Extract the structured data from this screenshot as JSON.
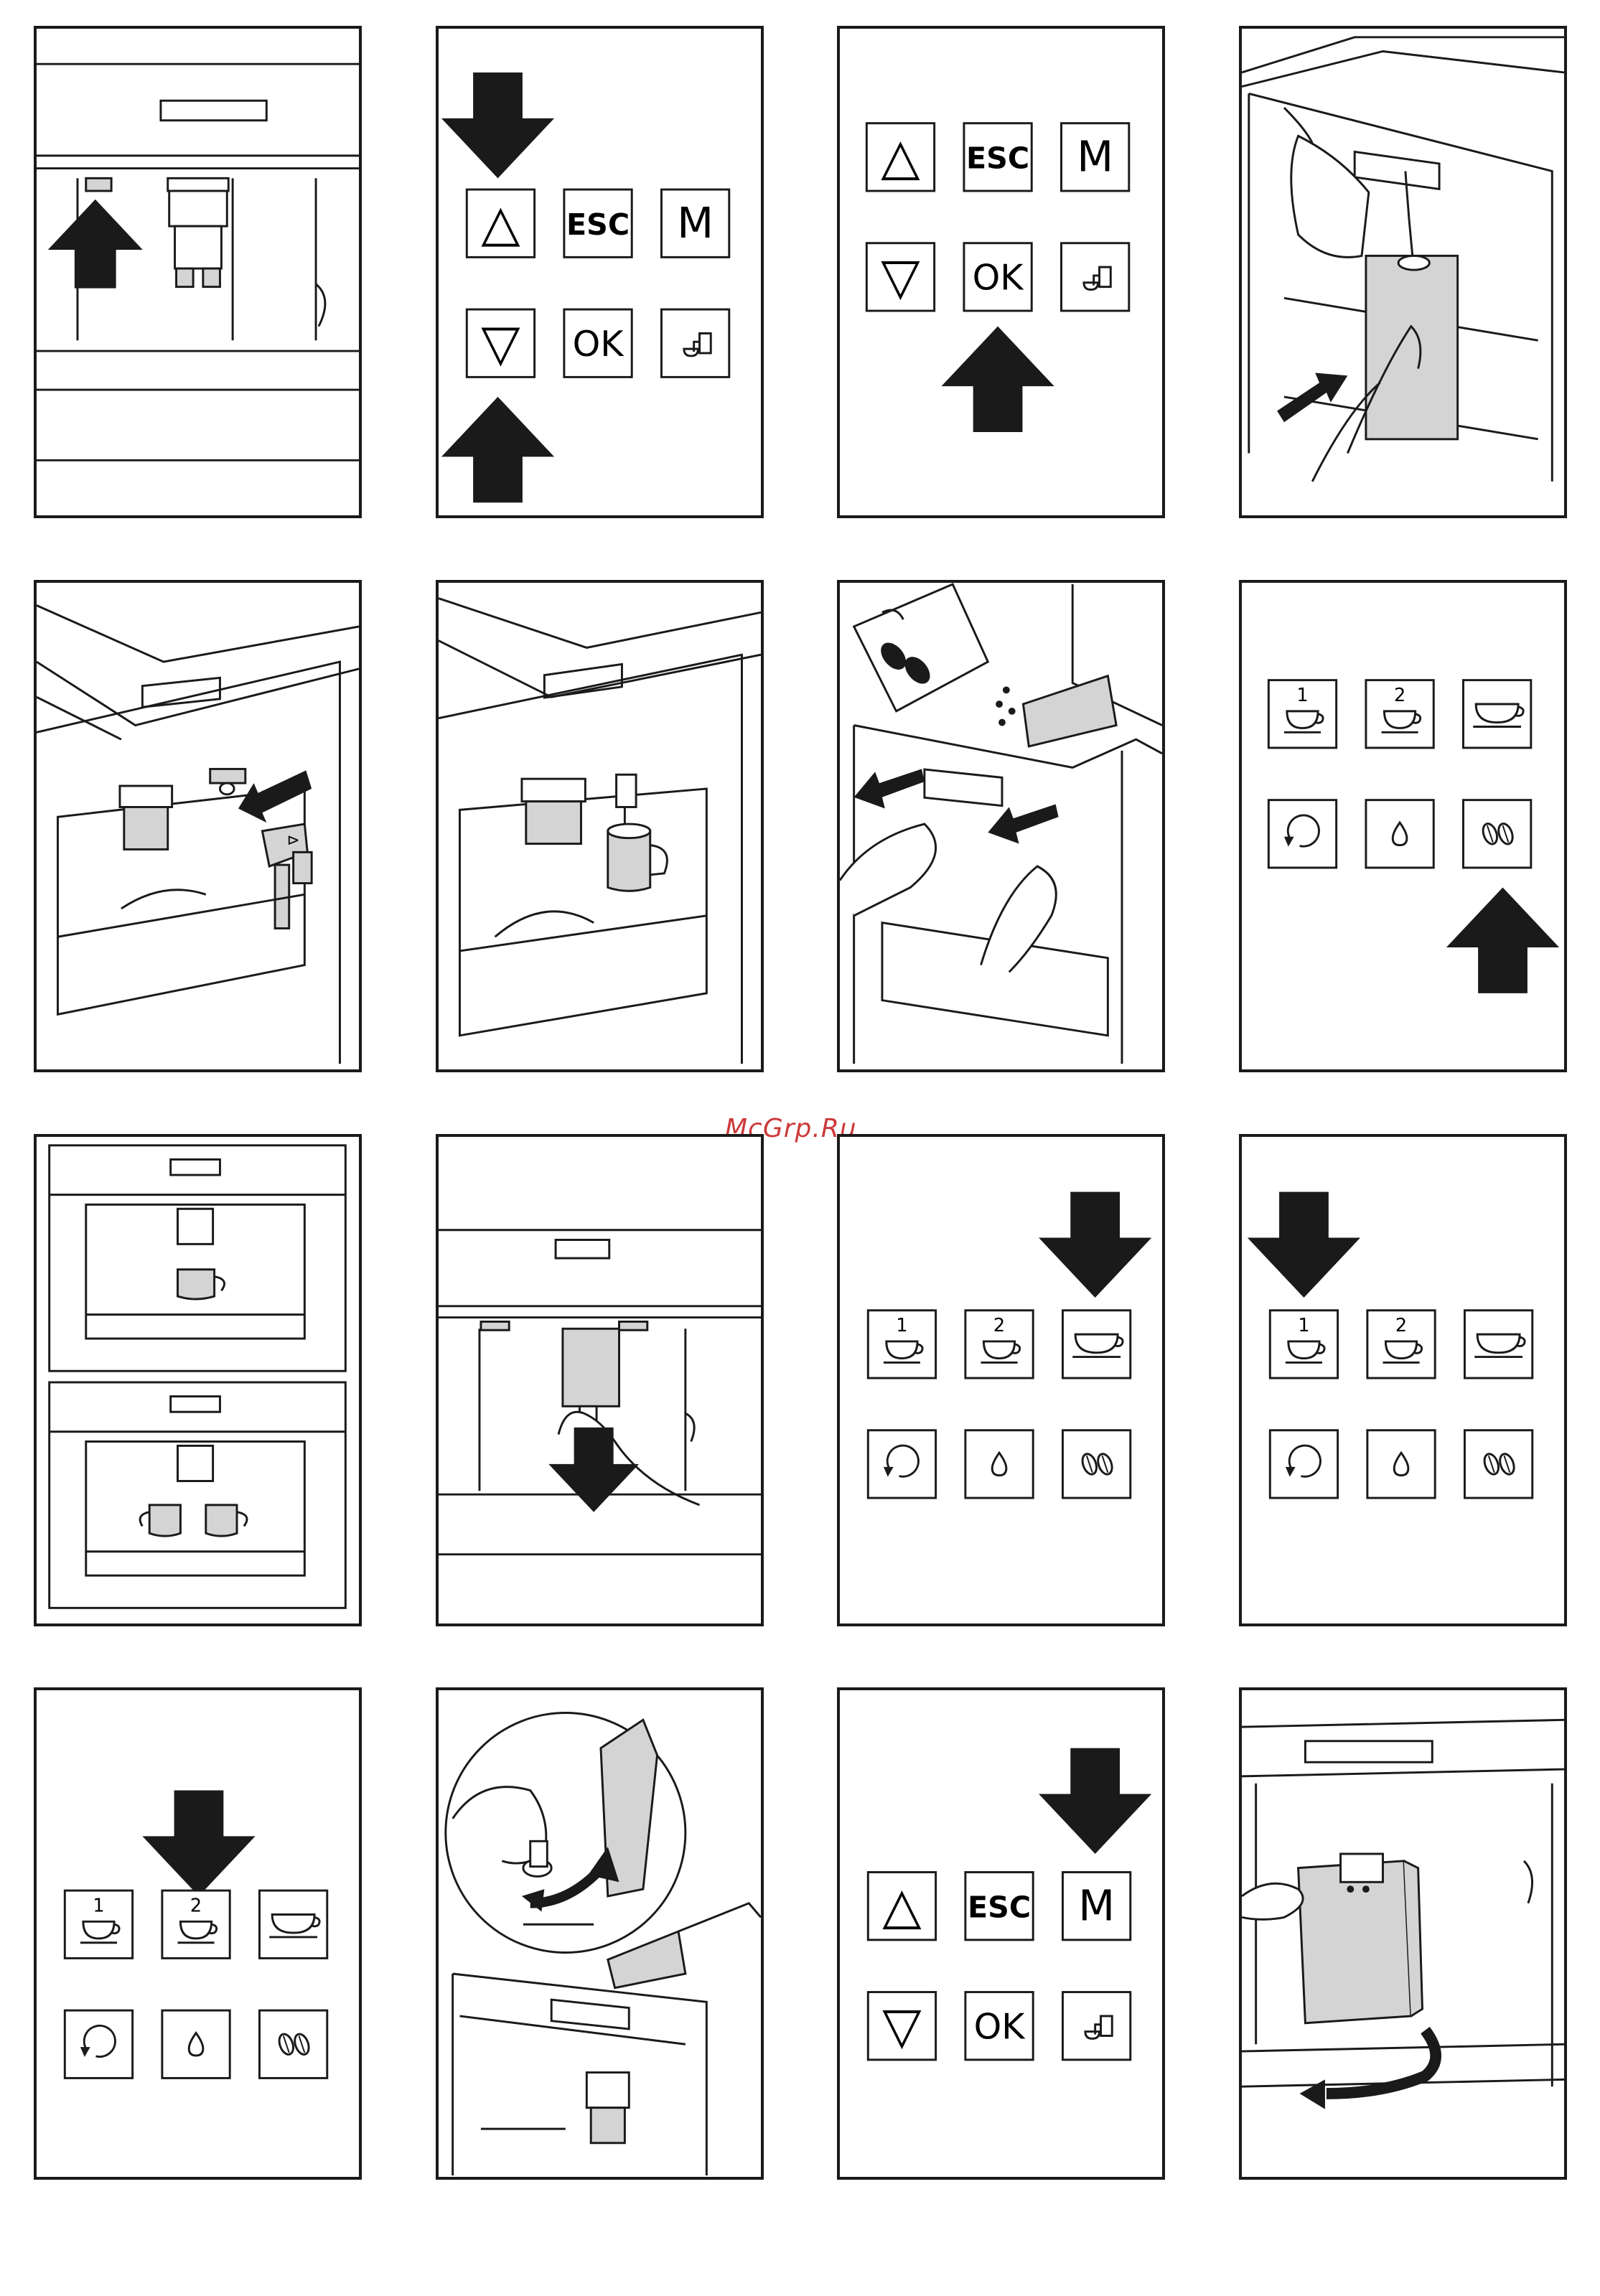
{
  "watermark": "McGrp.Ru",
  "colors": {
    "ink": "#1a1a1a",
    "fill_gray": "#d4d4d4",
    "watermark": "#cc3a3a"
  },
  "panels": [
    {
      "id": 1,
      "subject": "machine-front-lever"
    },
    {
      "id": 2,
      "subject": "control-panel-arrows-up-down"
    },
    {
      "id": 3,
      "subject": "control-panel-ok"
    },
    {
      "id": 4,
      "subject": "water-tank-fill"
    },
    {
      "id": 5,
      "subject": "milk-nozzle-attach"
    },
    {
      "id": 6,
      "subject": "cup-under-spout"
    },
    {
      "id": 7,
      "subject": "bean-container-fill"
    },
    {
      "id": 8,
      "subject": "coffee-panel-beans"
    },
    {
      "id": 9,
      "subject": "one-and-two-cups"
    },
    {
      "id": 10,
      "subject": "brew-unit-remove"
    },
    {
      "id": 11,
      "subject": "coffee-panel-large-cup"
    },
    {
      "id": 12,
      "subject": "coffee-panel-one-cup"
    },
    {
      "id": 13,
      "subject": "coffee-panel-two-cups"
    },
    {
      "id": 14,
      "subject": "water-filter-install"
    },
    {
      "id": 15,
      "subject": "control-panel-menu"
    },
    {
      "id": 16,
      "subject": "drip-tray-remove"
    }
  ],
  "menu_panel": {
    "up_label": "△",
    "esc_label": "ESC",
    "menu_label": "M",
    "down_label": "▽",
    "ok_label": "OK"
  },
  "coffee_panel": {
    "one_cup_label": "1",
    "two_cup_label": "2"
  },
  "icons": [
    "arrow-up-icon",
    "arrow-down-icon",
    "cup-icon",
    "beans-icon",
    "drop-icon",
    "auto-clean-icon",
    "steam-icon"
  ]
}
